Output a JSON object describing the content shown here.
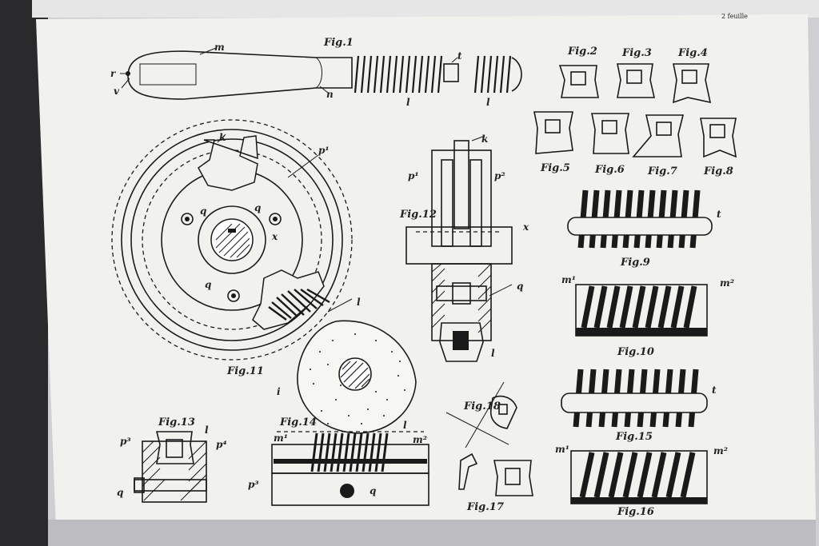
{
  "sheet": {
    "corner_note": "2 feuille",
    "figures": {
      "fig1": "Fig.1",
      "fig2": "Fig.2",
      "fig3": "Fig.3",
      "fig4": "Fig.4",
      "fig5": "Fig.5",
      "fig6": "Fig.6",
      "fig7": "Fig.7",
      "fig8": "Fig.8",
      "fig9": "Fig.9",
      "fig10": "Fig.10",
      "fig11": "Fig.11",
      "fig12": "Fig.12",
      "fig13": "Fig.13",
      "fig14": "Fig.14",
      "fig15": "Fig.15",
      "fig16": "Fig.16",
      "fig17": "Fig.17",
      "fig18": "Fig.18"
    },
    "letters": {
      "m": "m",
      "n": "n",
      "r": "r",
      "v": "v",
      "t": "t",
      "l": "l",
      "k": "k",
      "p1": "p¹",
      "p2": "p²",
      "p3": "p³",
      "p4": "p⁴",
      "q": "q",
      "x": "x",
      "i": "i",
      "m1": "m¹",
      "m2": "m²"
    }
  },
  "colors": {
    "paper": "#f1f1ee",
    "ink": "#1a1a1a",
    "background": "#d9d9dc"
  }
}
